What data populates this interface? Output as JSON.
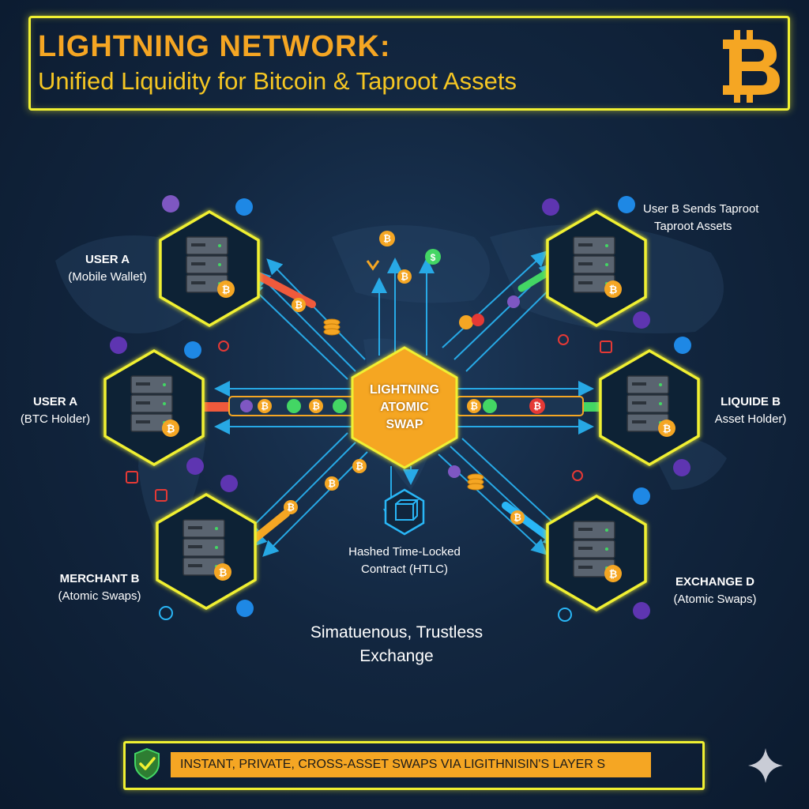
{
  "header": {
    "title": "LIGHTNING NETWORK:",
    "subtitle": "Unified Liquidity for Bitcoin & Taproot Assets",
    "logo_icon": "bitcoin-logo-icon"
  },
  "hub": {
    "line1": "LIGHTNING",
    "line2": "ATOMIC",
    "line3": "SWAP"
  },
  "nodes": {
    "user_a_mobile": {
      "name": "USER A",
      "detail": "(Mobile Wallet)"
    },
    "user_a_btc": {
      "name": "USER A",
      "detail": "(BTC Holder)"
    },
    "merchant_b": {
      "name": "MERCHANT B",
      "detail": "(Atomic Swaps)"
    },
    "user_b_taproot": {
      "line1": "User B Sends Taproot",
      "line2": "Taproot Assets"
    },
    "liquide_b": {
      "name": "LIQUIDE B",
      "detail": "Asset Holder)"
    },
    "exchange_d": {
      "name": "EXCHANGE D",
      "detail": "(Atomic Swaps)"
    }
  },
  "htlc": {
    "line1": "Hashed Time-Locked",
    "line2": "Contract (HTLC)"
  },
  "exchange_caption": {
    "line1": "Simatuenous, Trustless",
    "line2": "Exchange"
  },
  "footer": {
    "text": "INSTANT, PRIVATE, CROSS-ASSET SWAPS VIA LIGITHNISIN'S LAYER S",
    "shield_icon": "shield-check-icon",
    "sparkle_icon": "sparkle-icon"
  },
  "colors": {
    "accent_yellow": "#f0f032",
    "bitcoin_orange": "#f5a623",
    "flow_cyan": "#29b6f6",
    "flow_red": "#ef5a3c",
    "flow_green": "#43d664",
    "background": "#12263f"
  }
}
